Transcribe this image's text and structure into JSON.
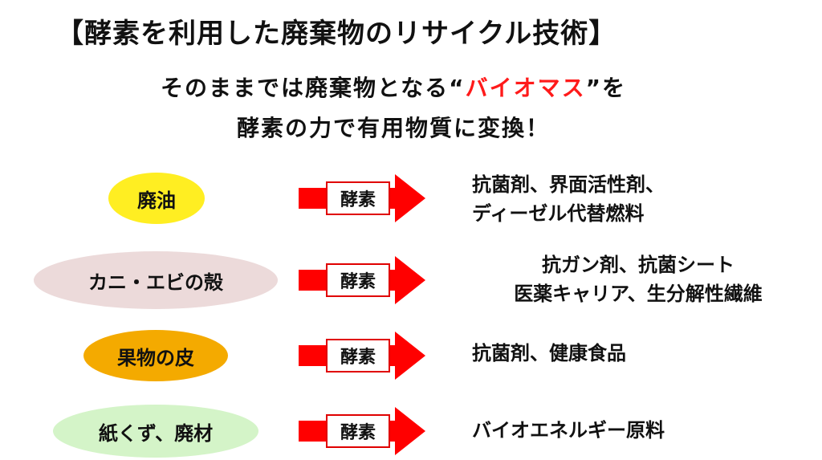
{
  "title": "【酵素を利用した廃棄物のリサイクル技術】",
  "subtitle": {
    "line1_before": "そのままでは廃棄物となる“",
    "line1_highlight": "バイオマス",
    "line1_after": "”を",
    "line2": "酵素の力で有用物質に変換！"
  },
  "colors": {
    "highlight": "#ff1a1a",
    "arrow": "#ff0000"
  },
  "rows": [
    {
      "source": "廃油",
      "enzyme": "酵素",
      "result_line1": "抗菌剤、界面活性剤、",
      "result_line2": "ディーゼル代替燃料",
      "color": "#ffee22"
    },
    {
      "source": "カニ・エビの殻",
      "enzyme": "酵素",
      "result_line1": "抗ガン剤、抗菌シート",
      "result_line2": "医薬キャリア、生分解性繊維",
      "color": "#ecdada"
    },
    {
      "source": "果物の皮",
      "enzyme": "酵素",
      "result_line1": "抗菌剤、健康食品",
      "result_line2": "",
      "color": "#f4aa00"
    },
    {
      "source": "紙くず、廃材",
      "enzyme": "酵素",
      "result_line1": "バイオエネルギー原料",
      "result_line2": "",
      "color": "#d4f4c8"
    }
  ]
}
